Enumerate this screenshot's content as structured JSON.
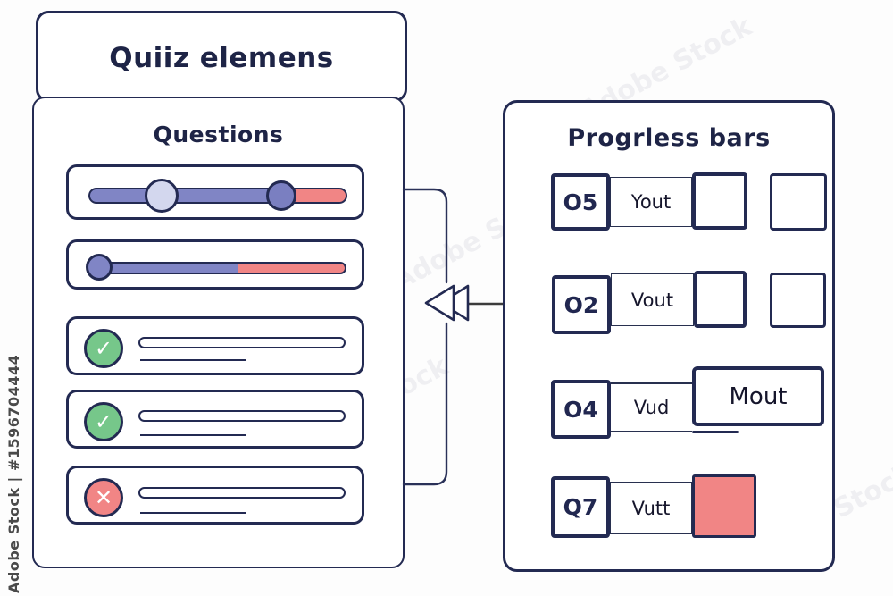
{
  "watermark": {
    "credit": "Adobe Stock | #1596704444",
    "brand": "Adobe Stock"
  },
  "left_panel": {
    "title": "Quiiz elemens",
    "section_title": "Questions",
    "slider": {
      "handle_light_percent": 30,
      "handle_dark_percent": 78,
      "filled_color": "#8085c5",
      "remaining_color": "#f18585"
    },
    "progress": {
      "percent": 57,
      "filled_color": "#8085c5",
      "remaining_color": "#f18585"
    },
    "answers": [
      {
        "state": "correct"
      },
      {
        "state": "correct"
      },
      {
        "state": "incorrect"
      }
    ]
  },
  "right_panel": {
    "title": "Progrless bars",
    "rows": [
      {
        "id": "O5",
        "label": "Yout",
        "extra_boxes": 2
      },
      {
        "id": "O2",
        "label": "Vout",
        "extra_boxes": 2
      },
      {
        "id": "O4",
        "label": "Vud",
        "big_box_label": "Mout"
      },
      {
        "id": "Q7",
        "label": "Vutt",
        "filled_box_color": "#f18585"
      }
    ]
  },
  "icons": {
    "check_glyph": "✓",
    "cross_glyph": "✕"
  },
  "colors": {
    "navy": "#232a52",
    "purple": "#8085c5",
    "salmon": "#f18585",
    "green": "#76c78a",
    "handle_light": "#d3d7ee"
  }
}
